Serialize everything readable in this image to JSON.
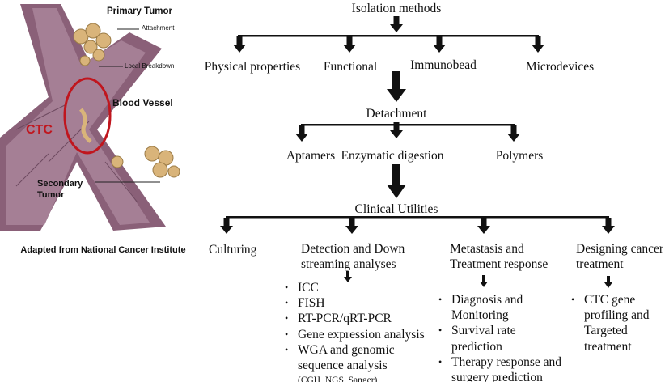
{
  "illustration": {
    "primary_tumor": "Primary Tumor",
    "attachment": "Attachment",
    "local_breakdown": "Local Breakdown",
    "blood_vessel": "Blood Vessel",
    "ctc": "CTC",
    "secondary_tumor": "Secondary\nTumor",
    "caption": "Adapted from National Cancer Institute",
    "colors": {
      "vessel": "#8a6078",
      "ctc_circle": "#c0161e",
      "tumor": "#d9b47a"
    }
  },
  "isolation": {
    "title": "Isolation methods",
    "methods": [
      "Physical properties",
      "Functional",
      "Immunobead",
      "Microdevices"
    ]
  },
  "detachment": {
    "title": "Detachment",
    "methods": [
      "Aptamers",
      "Enzymatic digestion",
      "Polymers"
    ]
  },
  "clinical": {
    "title": "Clinical Utilities",
    "columns": [
      {
        "heading": "Culturing"
      },
      {
        "heading": "Detection and Down streaming analyses",
        "items": [
          "ICC",
          "FISH",
          "RT-PCR/qRT-PCR",
          "Gene expression analysis",
          "WGA and genomic sequence analysis"
        ],
        "note": "(CGH, NGS, Sanger)"
      },
      {
        "heading": "Metastasis and Treatment response",
        "items": [
          "Diagnosis and Monitoring",
          "Survival rate prediction",
          "Therapy response and surgery prediction"
        ]
      },
      {
        "heading": "Designing cancer treatment",
        "items": [
          "CTC gene profiling and Targeted treatment"
        ]
      }
    ]
  }
}
